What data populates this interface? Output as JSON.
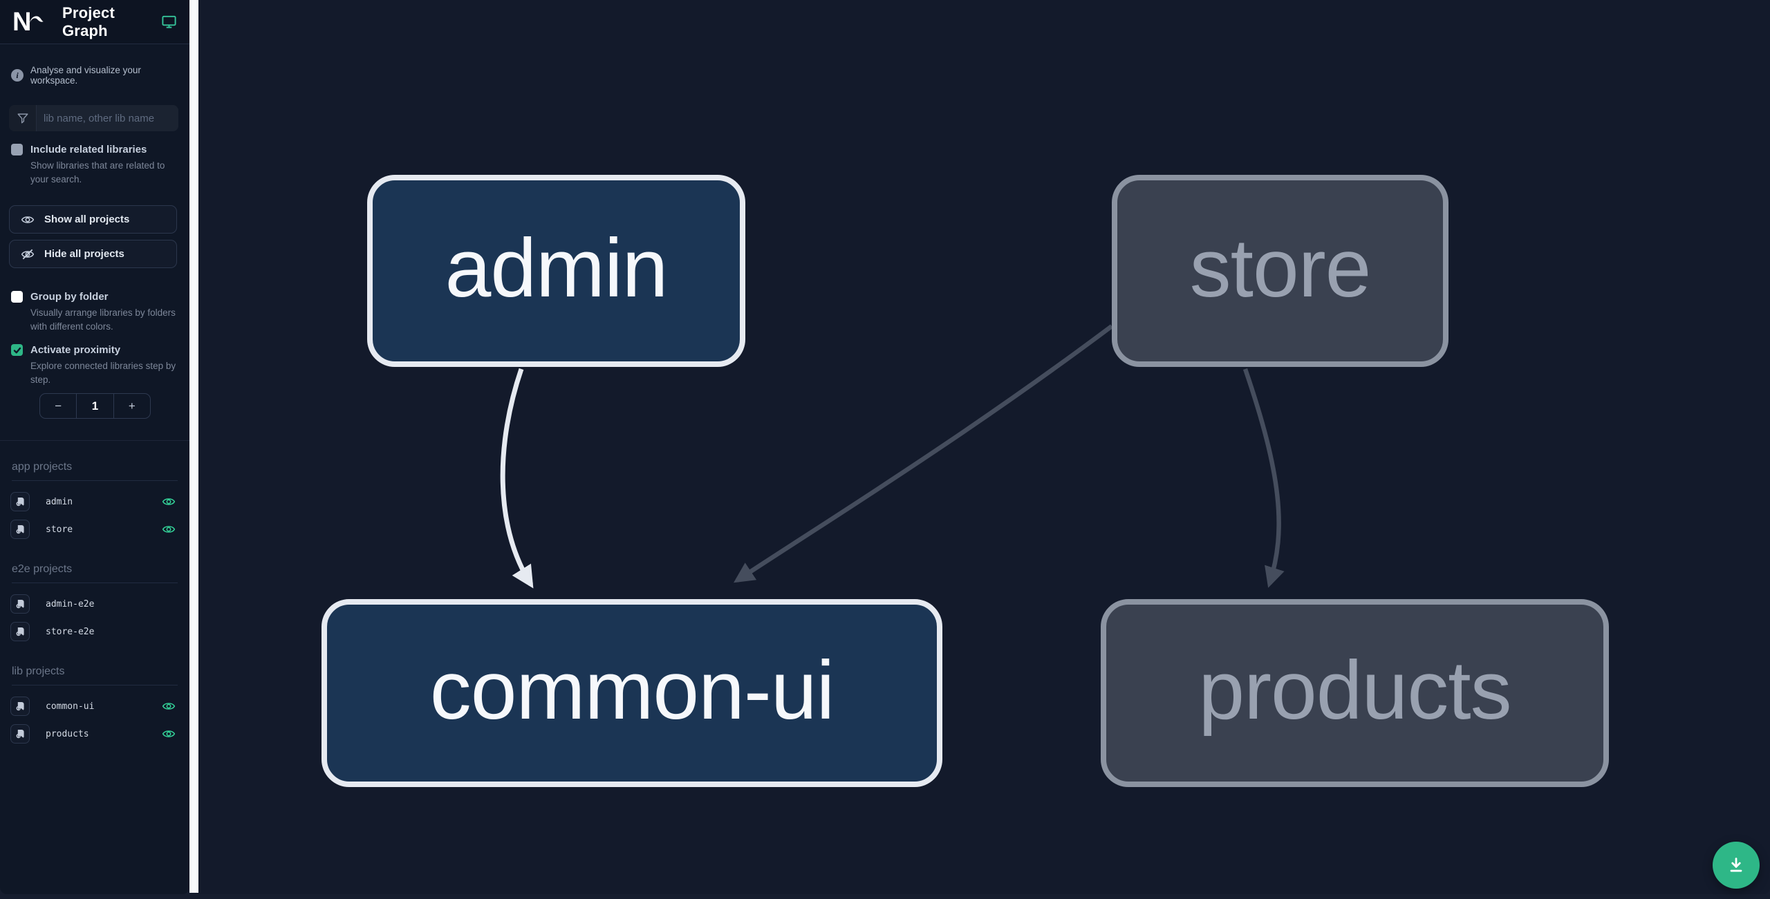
{
  "header": {
    "title": "Project Graph"
  },
  "sidebar": {
    "tagline": "Analyse and visualize your workspace.",
    "filter": {
      "placeholder": "lib name, other lib name",
      "value": ""
    },
    "toggles": {
      "related": {
        "label": "Include related libraries",
        "description": "Show libraries that are related to your search.",
        "checked": false
      },
      "group": {
        "label": "Group by folder",
        "description": "Visually arrange libraries by folders with different colors.",
        "checked": false
      },
      "proximity": {
        "label": "Activate proximity",
        "description": "Explore connected libraries step by step.",
        "checked": true
      }
    },
    "buttons": {
      "show_all": "Show all projects",
      "hide_all": "Hide all projects"
    },
    "stepper": {
      "minus": "−",
      "value": "1",
      "plus": "+"
    },
    "sections": [
      {
        "title": "app projects",
        "items": [
          {
            "name": "admin",
            "visible": true
          },
          {
            "name": "store",
            "visible": true
          }
        ]
      },
      {
        "title": "e2e projects",
        "items": [
          {
            "name": "admin-e2e",
            "visible": false
          },
          {
            "name": "store-e2e",
            "visible": false
          }
        ]
      },
      {
        "title": "lib projects",
        "items": [
          {
            "name": "common-ui",
            "visible": true
          },
          {
            "name": "products",
            "visible": true
          }
        ]
      }
    ]
  },
  "graph": {
    "nodes": [
      {
        "label": "admin",
        "state": "highlighted"
      },
      {
        "label": "store",
        "state": "dimmed"
      },
      {
        "label": "common-ui",
        "state": "highlighted"
      },
      {
        "label": "products",
        "state": "dimmed"
      }
    ],
    "edges": [
      {
        "source": "admin",
        "target": "common-ui",
        "state": "highlighted"
      },
      {
        "source": "store",
        "target": "common-ui",
        "state": "dimmed"
      },
      {
        "source": "store",
        "target": "products",
        "state": "dimmed"
      }
    ]
  },
  "colors": {
    "accent_green": "#2eb787",
    "eye_green": "#34d399",
    "node_highlight_fill": "#1b3554",
    "node_highlight_border": "#e6eaf1",
    "node_dim_fill": "#3a4150",
    "node_dim_border": "#8b93a1",
    "edge_highlight": "#e6eaf1",
    "edge_dim": "#454d5d",
    "canvas_bg": "#131a2b",
    "sidebar_bg": "#0f1726"
  }
}
